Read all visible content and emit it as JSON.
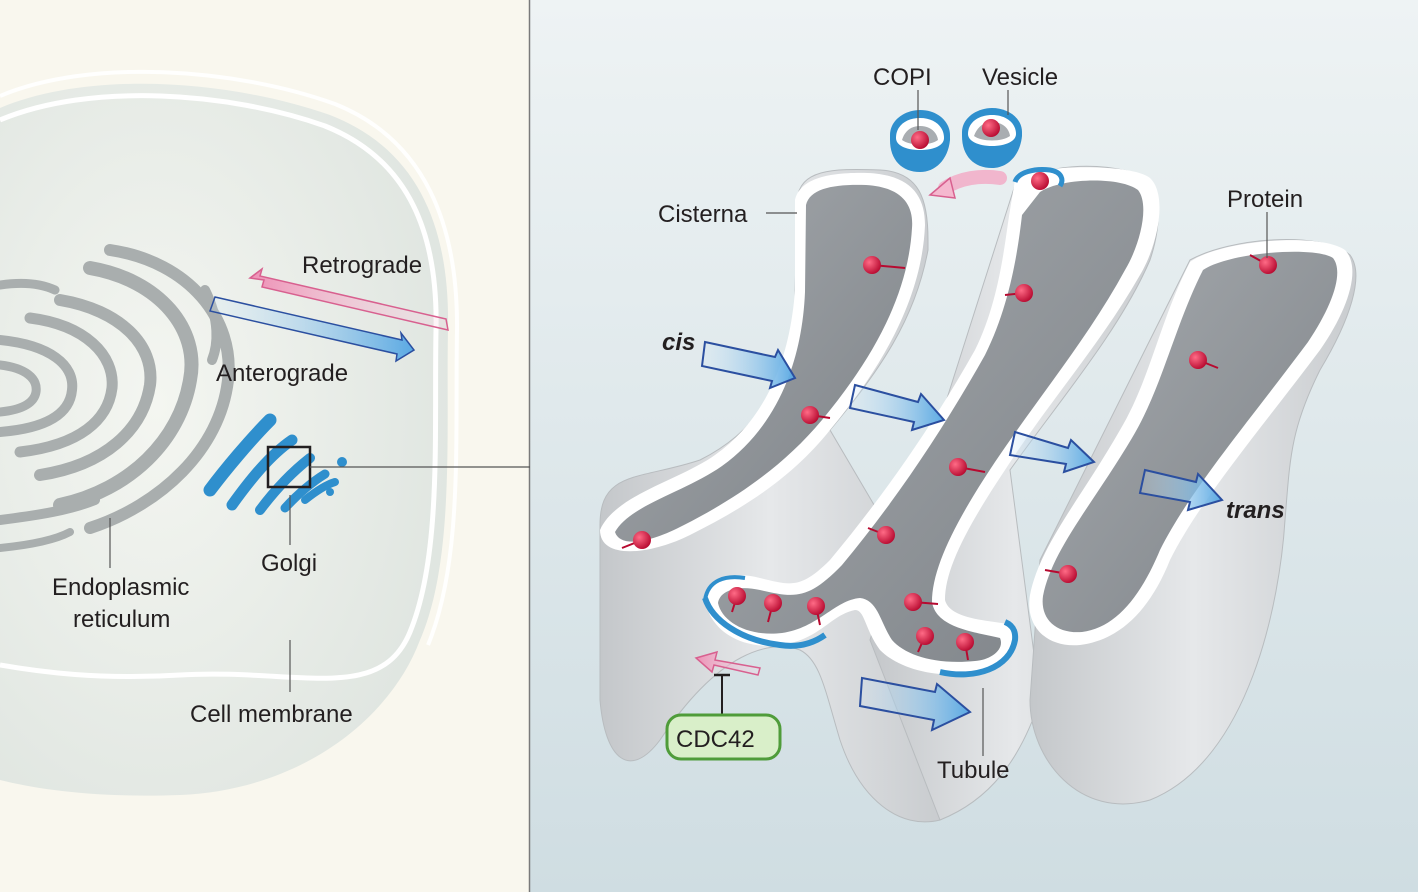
{
  "labels": {
    "retrograde": "Retrograde",
    "anterograde": "Anterograde",
    "golgi": "Golgi",
    "er_line1": "Endoplasmic",
    "er_line2": "reticulum",
    "cell_membrane": "Cell membrane",
    "copi": "COPI",
    "vesicle": "Vesicle",
    "cisterna": "Cisterna",
    "protein": "Protein",
    "cis": "cis",
    "trans": "trans",
    "cdc42": "CDC42",
    "tubule": "Tubule"
  },
  "colors": {
    "left_bg": "#f9f7ee",
    "right_bg": "#e2ecef",
    "cisterna_fill": "#b9bcbf",
    "cisterna_lumen": "#8d9196",
    "golgi_blue": "#2f8fcd",
    "protein_red": "#d0103a",
    "arrow_blue": "#2b4fa0",
    "arrow_pink": "#d8608f",
    "cdc42_green": "#4f9c3a"
  }
}
